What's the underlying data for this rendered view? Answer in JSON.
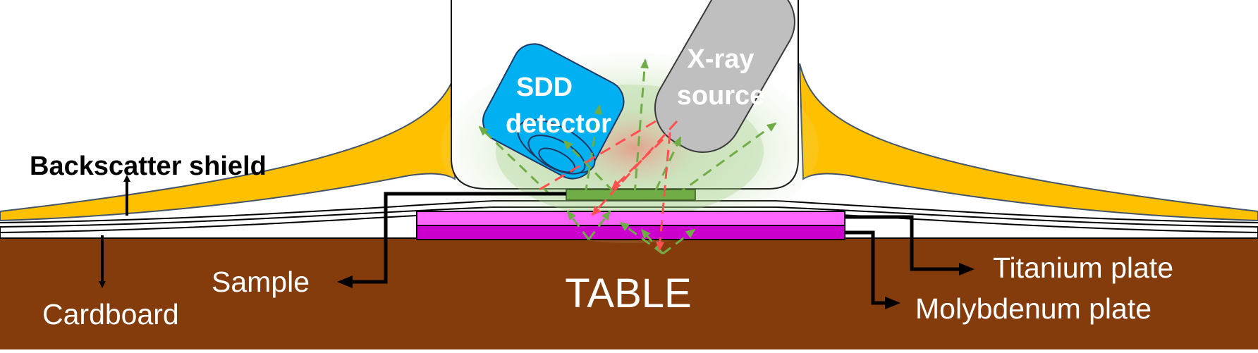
{
  "labels": {
    "backscatter_shield": "Backscatter shield",
    "cardboard": "Cardboard",
    "sample": "Sample",
    "table": "TABLE",
    "titanium_plate": "Titanium plate",
    "molybdenum_plate": "Molybdenum plate",
    "sdd_line1": "SDD",
    "sdd_line2": "detector",
    "xray_line1": "X-ray",
    "xray_line2": "source"
  },
  "colors": {
    "table": "#843c0c",
    "shield": "#ffc000",
    "sample": "#70ad47",
    "titanium": "#ff66ff",
    "molybdenum": "#cc00cc",
    "detector": "#00b0f0",
    "source": "#bfbfbf",
    "fluorescence_rays": "#70ad47",
    "primary_rays": "#ff5050"
  },
  "icons": {
    "sdd": "sdd-detector-icon",
    "xray": "xray-source-icon"
  }
}
